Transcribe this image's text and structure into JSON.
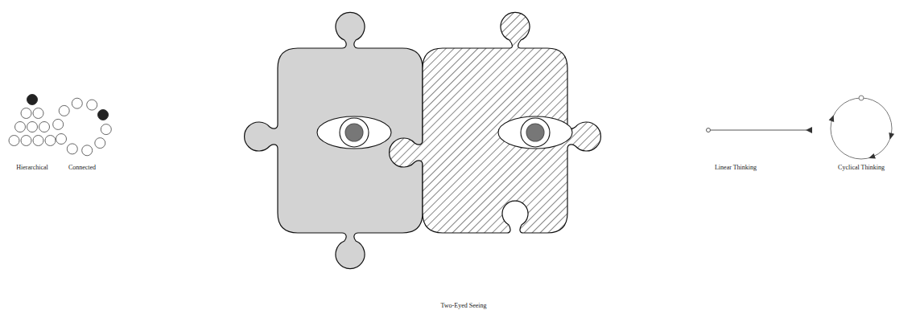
{
  "diagram": {
    "caption": "Two-Eyed Seeing",
    "labels": [
      "Hierarchical",
      "Connected",
      "Linear Thinking",
      "Cyclical Thinking"
    ]
  }
}
